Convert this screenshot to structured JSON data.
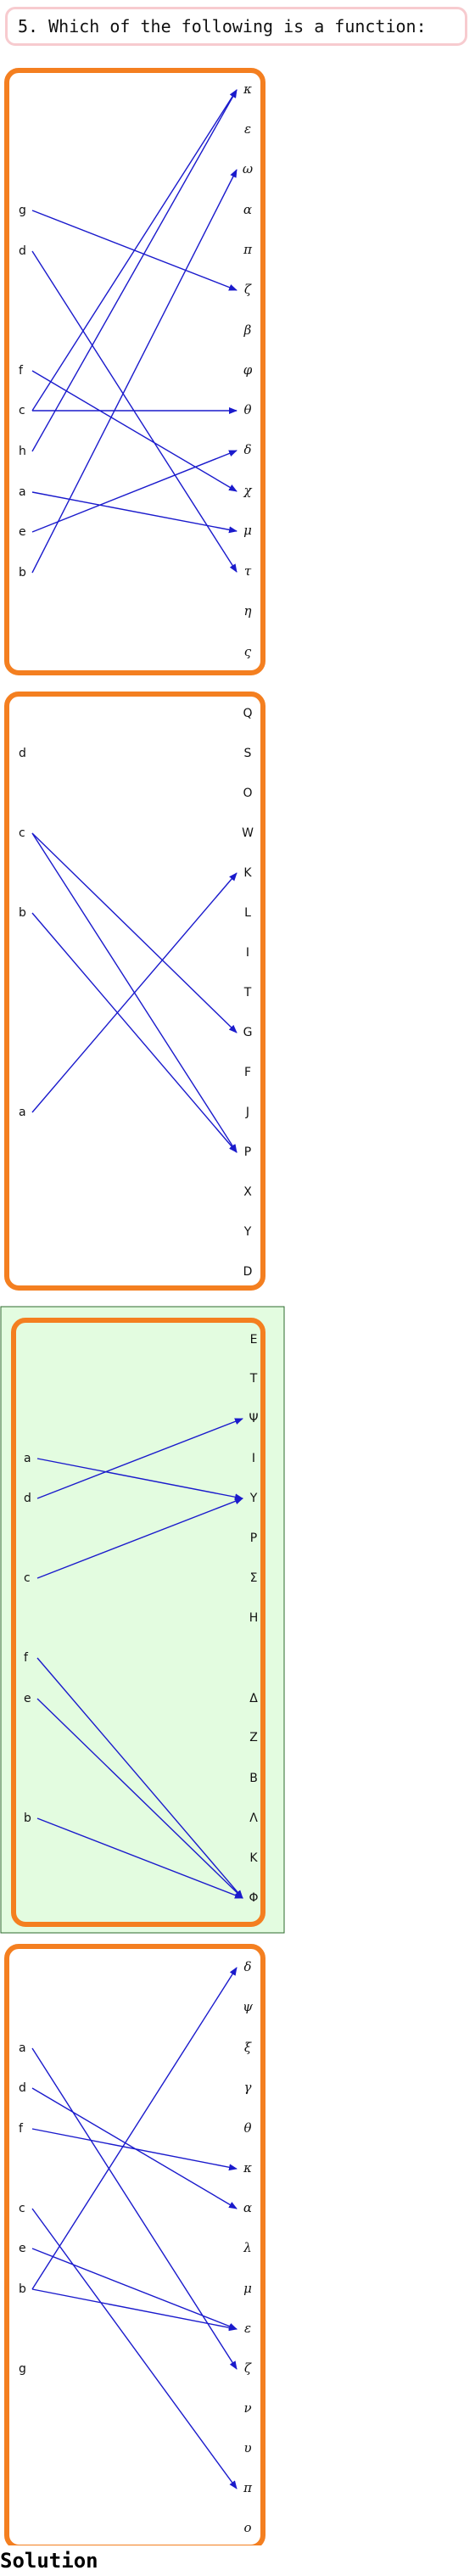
{
  "question": "5. Which of the following is a function:",
  "solution_label": "Solution",
  "colors": {
    "frame": "#f47f20",
    "arrow": "#1a1acc",
    "highlight_bg": "#e3fce0",
    "highlight_border": "#2e6a2e",
    "question_border": "#f7cbcf"
  },
  "options": [
    {
      "domain": [
        "g",
        "d",
        "f",
        "c",
        "h",
        "a",
        "e",
        "b"
      ],
      "codomain": [
        "κ",
        "ε",
        "ω",
        "α",
        "π",
        "ζ",
        "β",
        "φ",
        "θ",
        "δ",
        "χ",
        "μ",
        "τ",
        "η",
        "ς"
      ],
      "mappings": [
        [
          "g",
          "ζ"
        ],
        [
          "d",
          "τ"
        ],
        [
          "f",
          "χ"
        ],
        [
          "c",
          "κ"
        ],
        [
          "c",
          "θ"
        ],
        [
          "h",
          "κ"
        ],
        [
          "a",
          "μ"
        ],
        [
          "e",
          "δ"
        ],
        [
          "b",
          "ω"
        ]
      ],
      "correct": false
    },
    {
      "domain": [
        "d",
        "c",
        "b",
        "a"
      ],
      "codomain": [
        "Q",
        "S",
        "O",
        "W",
        "K",
        "L",
        "I",
        "T",
        "G",
        "F",
        "J",
        "P",
        "X",
        "Y",
        "D"
      ],
      "mappings": [
        [
          "c",
          "G"
        ],
        [
          "c",
          "P"
        ],
        [
          "b",
          "P"
        ],
        [
          "a",
          "K"
        ]
      ],
      "correct": false
    },
    {
      "domain": [
        "a",
        "d",
        "c",
        "f",
        "e",
        "b"
      ],
      "codomain": [
        "E",
        "T",
        "Ψ",
        "I",
        "Y",
        "P",
        "Σ",
        "H",
        "Δ",
        "Z",
        "B",
        "Λ",
        "K",
        "Φ"
      ],
      "mappings": [
        [
          "a",
          "Y"
        ],
        [
          "d",
          "Ψ"
        ],
        [
          "c",
          "Y"
        ],
        [
          "f",
          "Φ"
        ],
        [
          "e",
          "Φ"
        ],
        [
          "b",
          "Φ"
        ]
      ],
      "correct": true
    },
    {
      "domain": [
        "a",
        "d",
        "f",
        "c",
        "e",
        "b",
        "g"
      ],
      "codomain": [
        "δ",
        "ψ",
        "ξ",
        "γ",
        "θ",
        "κ",
        "α",
        "λ",
        "μ",
        "ε",
        "ζ",
        "ν",
        "υ",
        "π",
        "ο"
      ],
      "mappings": [
        [
          "a",
          "ζ"
        ],
        [
          "d",
          "α"
        ],
        [
          "f",
          "κ"
        ],
        [
          "c",
          "π"
        ],
        [
          "e",
          "ε"
        ],
        [
          "b",
          "δ"
        ],
        [
          "b",
          "ε"
        ]
      ],
      "correct": false
    }
  ]
}
